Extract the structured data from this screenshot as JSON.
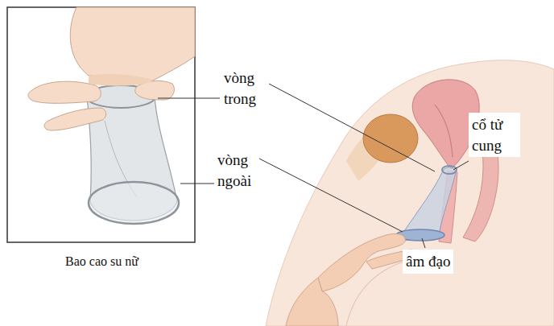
{
  "diagram": {
    "caption": "Bao cao su nữ",
    "labels": [
      "vòng trong",
      "vòng ngoài",
      "cổ tử cung",
      "âm đạo"
    ]
  }
}
